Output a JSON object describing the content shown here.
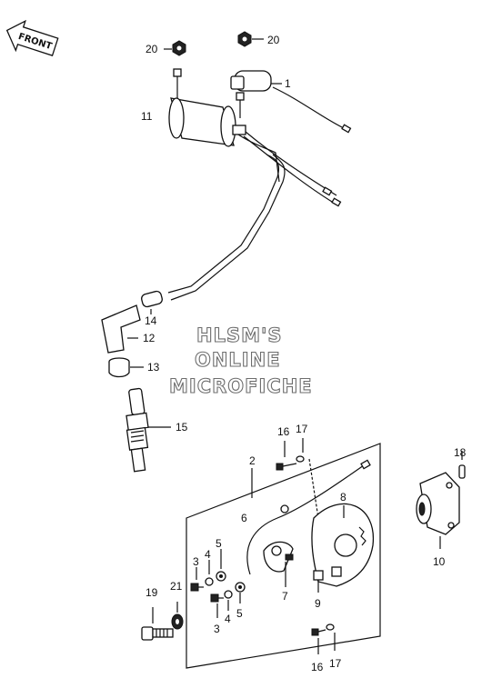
{
  "front_label": "FRONT",
  "watermark": {
    "line1": "HLSM'S",
    "line2": "ONLINE",
    "line3": "MICROFICHE"
  },
  "callouts": {
    "c1": "1",
    "c2": "2",
    "c3a": "3",
    "c3b": "3",
    "c4a": "4",
    "c4b": "4",
    "c5a": "5",
    "c5b": "5",
    "c6": "6",
    "c7": "7",
    "c8": "8",
    "c9": "9",
    "c10": "10",
    "c11": "11",
    "c12": "12",
    "c13": "13",
    "c14": "14",
    "c15": "15",
    "c16a": "16",
    "c16b": "16",
    "c17a": "17",
    "c17b": "17",
    "c18": "18",
    "c19": "19",
    "c20a": "20",
    "c20b": "20",
    "c21": "21"
  }
}
